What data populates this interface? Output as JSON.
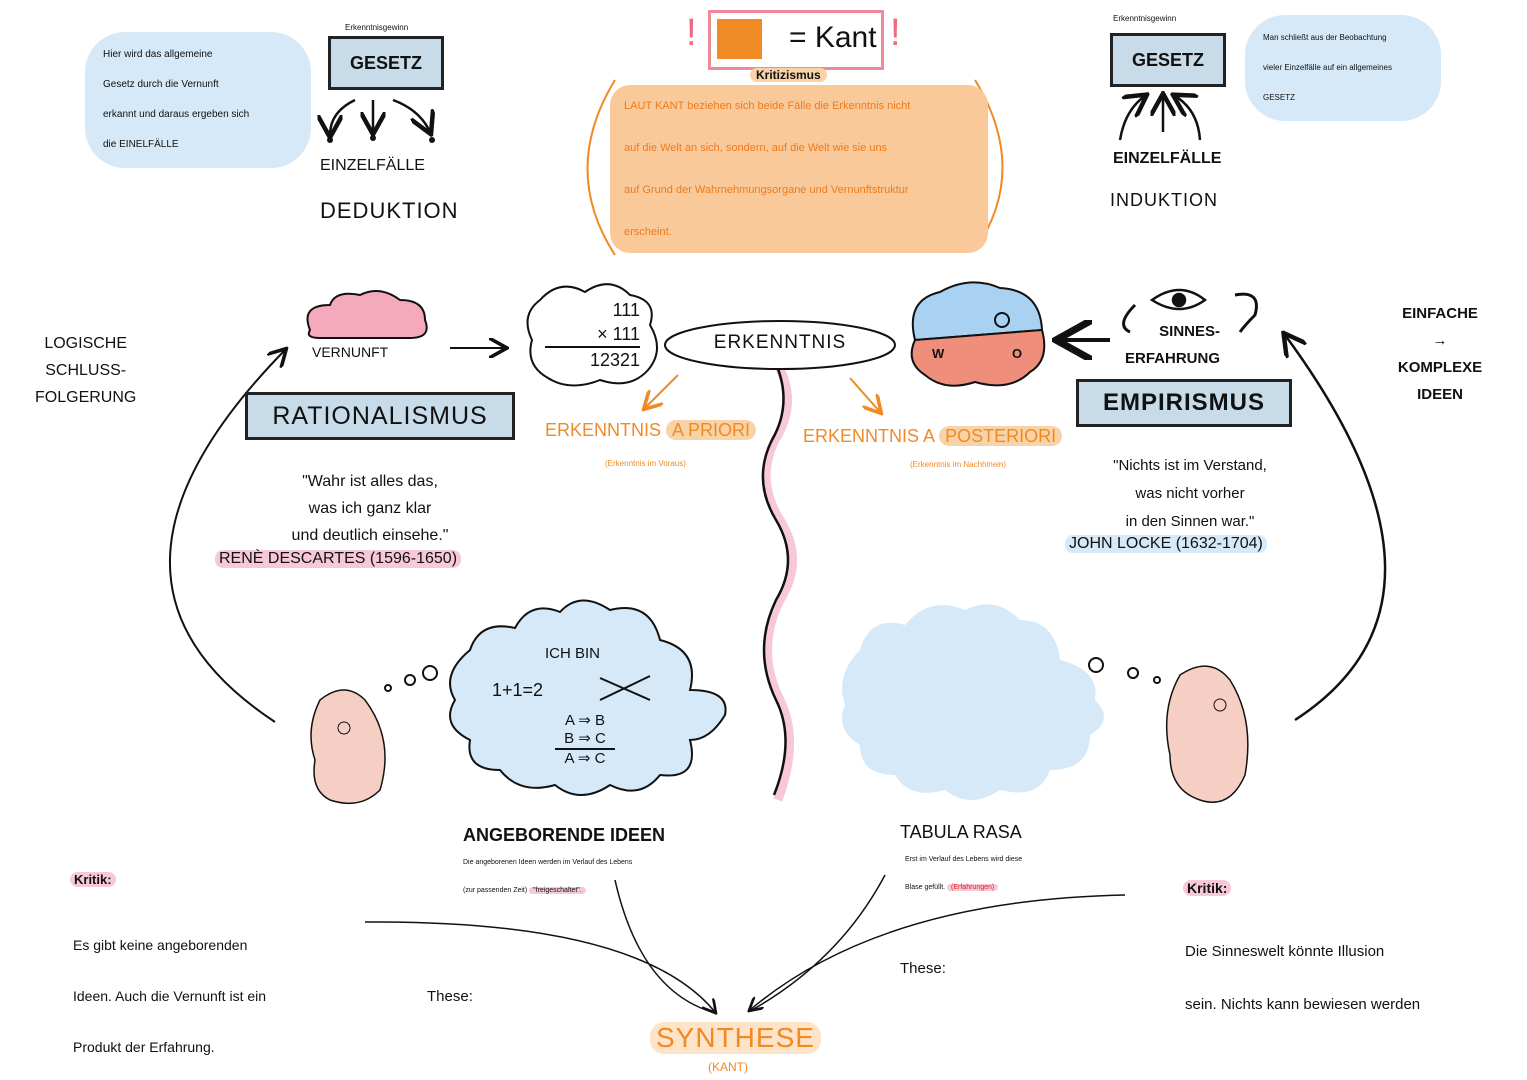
{
  "deduktion": {
    "note": [
      "Hier wird das allgemeine",
      "Gesetz durch die Vernunft",
      "erkannt und daraus ergeben sich",
      "die EINELFÄLLE"
    ],
    "caption": "Erkenntnisgewinn",
    "box": "GESETZ",
    "cases": "EINZELFÄLLE",
    "label": "DEDUKTION"
  },
  "kant": {
    "equals": "= Kant",
    "subtitle": "Kritizismus",
    "lines": [
      "LAUT KANT beziehen sich beide Fälle die Erkenntnis nicht",
      "auf die Welt an sich, sondern, auf die Welt wie sie uns",
      "auf Grund der Wahrnehmungsorgane und Vernunftstruktur",
      "erscheint."
    ]
  },
  "induktion": {
    "caption": "Erkenntnisgewinn",
    "box": "GESETZ",
    "cases": "EINZELFÄLLE",
    "label": "INDUKTION",
    "note": [
      "Man schließt aus der Beobachtung",
      "vieler Einzelfälle auf ein allgemeines",
      "GESETZ"
    ]
  },
  "rationalismus": {
    "side_label": [
      "LOGISCHE",
      "SCHLUSS-",
      "FOLGERUNG"
    ],
    "vernunft": "VERNUNFT",
    "math": [
      "111",
      "× 111",
      "12321"
    ],
    "title": "RATIONALISMUS",
    "a_priori": "ERKENNTNIS",
    "a_priori_hl": "A PRIORI",
    "a_priori_sub": "(Erkenntnis im Voraus)",
    "quote": [
      "\"Wahr ist alles das,",
      "was ich ganz klar",
      "und deutlich einsehe.\""
    ],
    "author": "RENÈ DESCARTES (1596-1650)",
    "cloud": {
      "top": "ICH BIN",
      "eq": "1+1=2",
      "logic": [
        "A ⇒ B",
        "B ⇒ C",
        "A ⇒ C"
      ]
    },
    "ideas_title": "ANGEBORENDE IDEEN",
    "ideas_text": [
      "Die angeborenen Ideen werden im Verlauf des Lebens",
      "(zur passenden Zeit) "
    ],
    "ideas_hl": "\"freigeschaltet\".",
    "kritik_label": "Kritik:",
    "kritik": [
      "Es gibt keine angeborenden",
      "Ideen. Auch die Vernunft ist ein",
      "Produkt der Erfahrung."
    ],
    "these": "These:"
  },
  "center": {
    "erkenntnis": "ERKENNTNIS",
    "synthese": "SYNTHESE",
    "synthese_sub": "(KANT)"
  },
  "empirismus": {
    "brain_letters": [
      "W",
      "O"
    ],
    "sinnes": [
      "SINNES-",
      "ERFAHRUNG"
    ],
    "side_label": [
      "EINFACHE",
      "→",
      "KOMPLEXE",
      "IDEEN"
    ],
    "title": "EMPIRISMUS",
    "a_post": "ERKENNTNIS A",
    "a_post_hl": "POSTERIORI",
    "a_post_sub": "(Erkenntnis im Nachhinein)",
    "quote": [
      "\"Nichts ist im Verstand,",
      "was nicht vorher",
      "in den Sinnen war.\""
    ],
    "author": "JOHN LOCKE (1632-1704)",
    "tabula_title": "TABULA RASA",
    "tabula_text": [
      "Erst im Verlauf des Lebens wird diese",
      "Blase gefüllt. "
    ],
    "tabula_hl": "(Erfahrungen)",
    "kritik_label": "Kritik:",
    "kritik": [
      "Die Sinneswelt könnte Illusion",
      "sein. Nichts kann bewiesen werden"
    ],
    "these": "These:"
  },
  "colors": {
    "blue": "#d6e9f8",
    "orange": "#f08a24",
    "pink": "#f7c9d6",
    "embryo": "#f6cfc4",
    "brain": "#f4a9bd",
    "red": "#e8806a"
  }
}
